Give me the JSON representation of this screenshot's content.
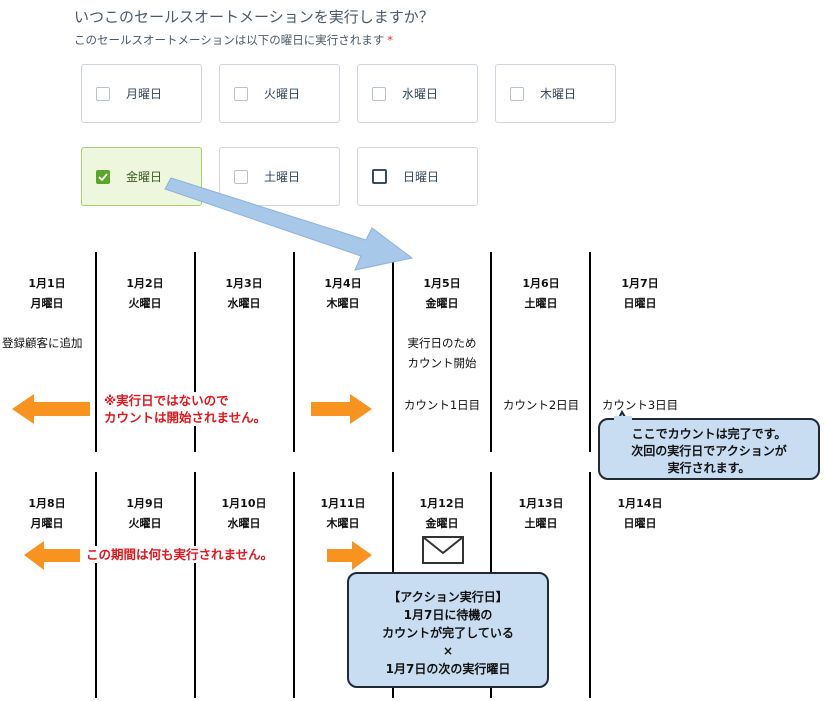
{
  "question": {
    "title": "いつこのセールスオートメーションを実行しますか？",
    "subtitle": "このセールスオートメーションは以下の曜日に実行されます",
    "required_mark": "*"
  },
  "weekdays": [
    {
      "label": "月曜日",
      "checked": false
    },
    {
      "label": "火曜日",
      "checked": false
    },
    {
      "label": "水曜日",
      "checked": false
    },
    {
      "label": "木曜日",
      "checked": false
    },
    {
      "label": "金曜日",
      "checked": true
    },
    {
      "label": "土曜日",
      "checked": false
    },
    {
      "label": "日曜日",
      "checked": false
    }
  ],
  "week1": {
    "days": [
      {
        "date": "1月1日",
        "weekday": "月曜日"
      },
      {
        "date": "1月2日",
        "weekday": "火曜日"
      },
      {
        "date": "1月3日",
        "weekday": "水曜日"
      },
      {
        "date": "1月4日",
        "weekday": "木曜日"
      },
      {
        "date": "1月5日",
        "weekday": "金曜日"
      },
      {
        "date": "1月6日",
        "weekday": "土曜日"
      },
      {
        "date": "1月7日",
        "weekday": "日曜日"
      }
    ],
    "added_note": "登録顧客に追加",
    "start_note_line1": "実行日のため",
    "start_note_line2": "カウント開始",
    "count1": "カウント1日目",
    "count2": "カウント2日目",
    "count3": "カウント3日目",
    "red_line1": "※実行日ではないので",
    "red_line2": "カウントは開始されません。",
    "callout_line1": "ここでカウントは完了です。",
    "callout_line2": "次回の実行日でアクションが",
    "callout_line3": "実行されます。"
  },
  "week2": {
    "days": [
      {
        "date": "1月8日",
        "weekday": "月曜日"
      },
      {
        "date": "1月9日",
        "weekday": "火曜日"
      },
      {
        "date": "1月10日",
        "weekday": "水曜日"
      },
      {
        "date": "1月11日",
        "weekday": "木曜日"
      },
      {
        "date": "1月12日",
        "weekday": "金曜日"
      },
      {
        "date": "1月13日",
        "weekday": "土曜日"
      },
      {
        "date": "1月14日",
        "weekday": "日曜日"
      }
    ],
    "red_text": "この期間は何も実行されません。",
    "callout_line1": "【アクション実行日】",
    "callout_line2": "1月7日に待機の",
    "callout_line3": "カウントが完了している",
    "callout_line4": "×",
    "callout_line5": "1月7日の次の実行曜日"
  },
  "icons": [
    "checkbox-check-icon",
    "envelope-icon",
    "arrow-left-icon",
    "arrow-right-icon"
  ],
  "colors": {
    "checked_bg": "#eef7dd",
    "check_green": "#5aa62a",
    "red_text": "#e1171e",
    "orange_arrow": "#f7931e",
    "blue_arrow": "#a8c8ea",
    "callout_bg": "#c9ddf2"
  }
}
